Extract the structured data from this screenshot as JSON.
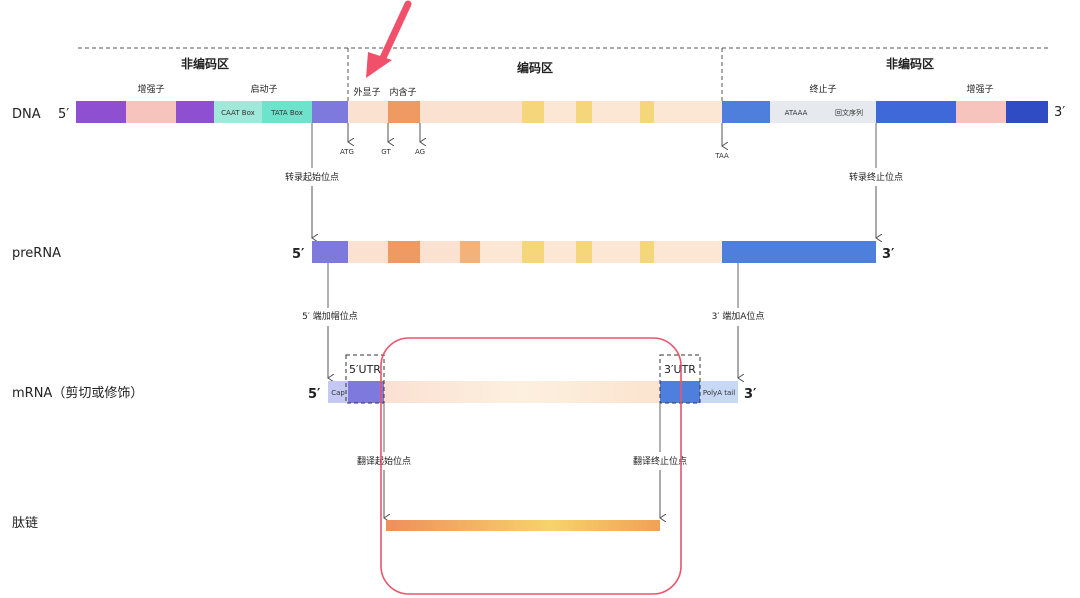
{
  "region_labels": {
    "noncoding_left": "非编码区",
    "coding": "编码区",
    "noncoding_right": "非编码区"
  },
  "element_labels": {
    "enhancer_left": "增强子",
    "promoter": "启动子",
    "exon": "外显子",
    "intron": "内含子",
    "terminator": "终止子",
    "enhancer_right": "增强子"
  },
  "box_labels": {
    "caat": "CAAT Box",
    "tata": "TATA Box",
    "ataaa": "ATAAA",
    "palindrome": "回文序列",
    "cap": "Cap",
    "polya": "PolyA tail"
  },
  "codon_labels": {
    "atg": "ATG",
    "gt": "GT",
    "ag": "AG",
    "taa": "TAA"
  },
  "row_labels": {
    "dna": "DNA",
    "prerna": "preRNA",
    "mrna": "mRNA（剪切或修饰）",
    "peptide": "肽链"
  },
  "end_labels": {
    "dna_5": "5′",
    "dna_3": "3′",
    "prerna_5": "5′",
    "prerna_3": "3′",
    "mrna_5": "5′",
    "mrna_3": "3′"
  },
  "site_labels": {
    "transcription_start": "转录起始位点",
    "transcription_end": "转录终止位点",
    "cap_site": "5′ 端加帽位点",
    "polya_site": "3′ 端加A位点",
    "translation_start": "翻译起始位点",
    "translation_end": "翻译终止位点"
  },
  "utr_labels": {
    "utr5": "5′UTR",
    "utr3": "3′UTR"
  },
  "colors": {
    "purple": "#8e4fd0",
    "enhancer_pink": "#f6c3bd",
    "caat_teal": "#9fe8da",
    "tata_teal": "#6ee3cc",
    "tx_purple": "#7e79dc",
    "exon_peach": "#fbe1cf",
    "intron_orange": "#ee9a62",
    "exon_yellow": "#f5d67a",
    "blue": "#4f7fdc",
    "gray_box": "#e6e9ee",
    "dark_blue": "#3a5cd0",
    "arrow_red": "#f0506a",
    "highlight_red": "#e8556c",
    "text": "#222222"
  }
}
